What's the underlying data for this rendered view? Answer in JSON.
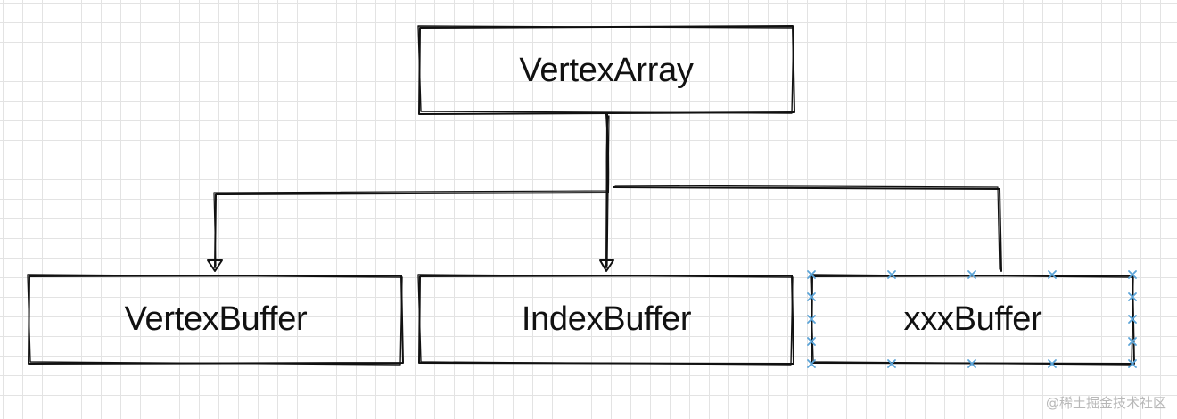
{
  "nodes": {
    "vertex_array": "VertexArray",
    "vertex_buffer": "VertexBuffer",
    "index_buffer": "IndexBuffer",
    "xxx_buffer": "xxxBuffer"
  },
  "watermark": "@稀土掘金技术社区",
  "colors": {
    "stroke": "#111111",
    "grid": "#e3e3e3",
    "selection_handle": "#5ba4d8",
    "watermark": "#b8b8b8"
  },
  "edges": [
    {
      "from": "VertexArray",
      "to": "VertexBuffer",
      "arrow": true
    },
    {
      "from": "VertexArray",
      "to": "IndexBuffer",
      "arrow": true
    },
    {
      "from": "VertexArray",
      "to": "xxxBuffer",
      "arrow": false
    }
  ]
}
